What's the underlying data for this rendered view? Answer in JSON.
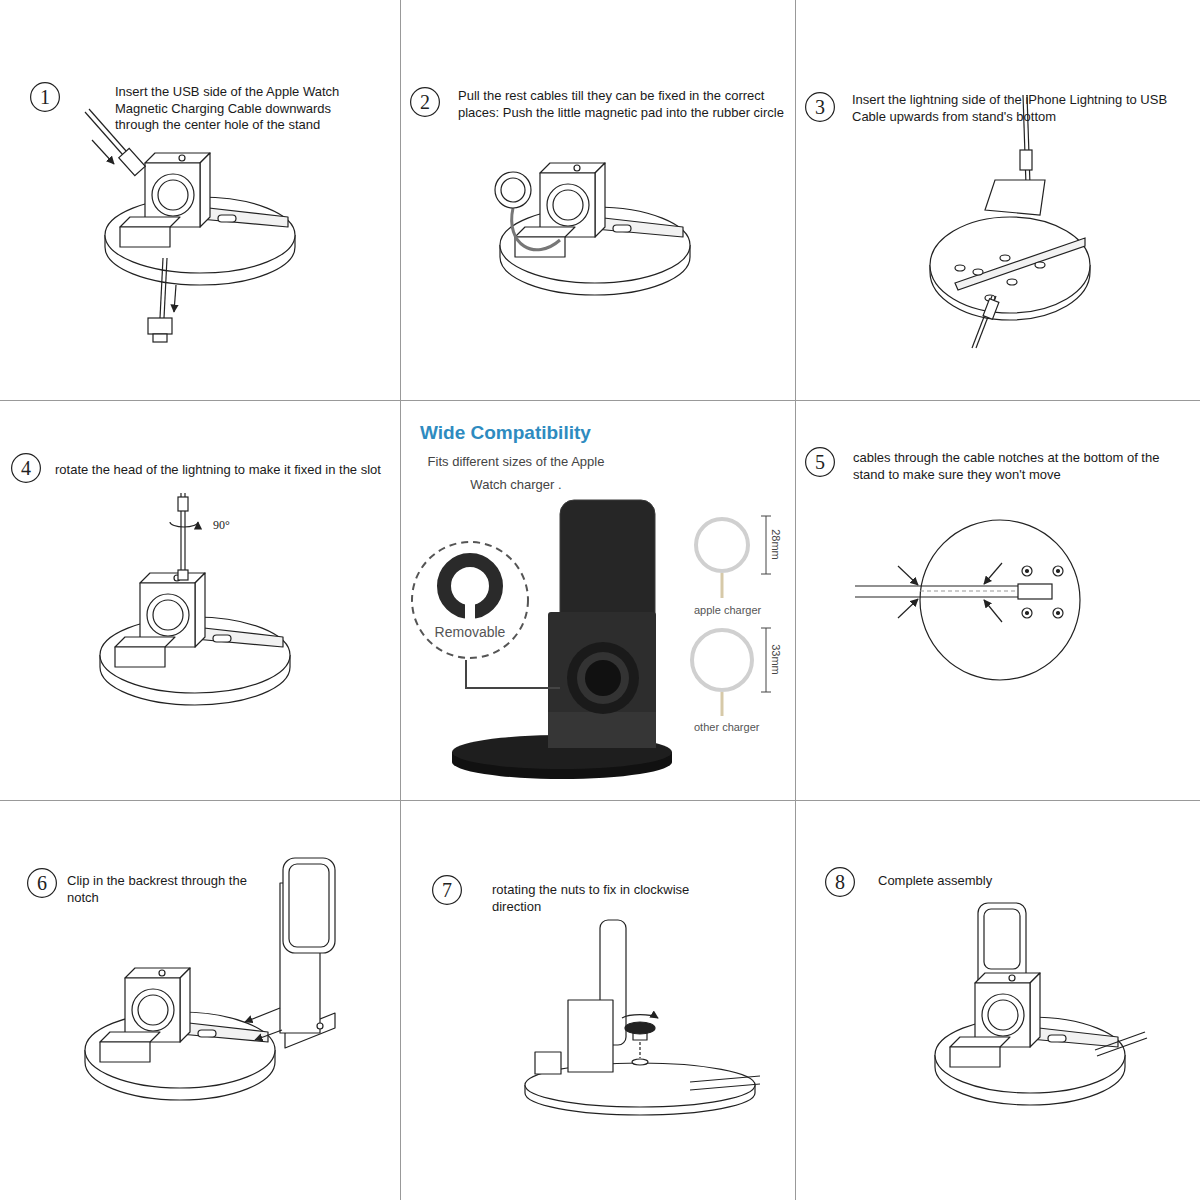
{
  "diagram": {
    "nodes": [
      {
        "text": [
          "Insert the USB side of the Apple Watch Magnetic Charging Cable downwards through the center hole of the stand"
        ]
      },
      {
        "text": [
          "1"
        ],
        "in": 0
      },
      {
        "text": [
          "Pull the rest cables till they can be fixed in the correct places: Push the little magnetic pad into the rubber circle"
        ]
      },
      {
        "text": [
          "2"
        ],
        "in": 2
      },
      {
        "text": [
          "Insert the lightning side of the iPhone Lightning to USB Cable upwards from stand's bottom"
        ]
      },
      {
        "text": [
          "3"
        ],
        "in": 4
      },
      {
        "text": [
          "rotate the head of the lightning to make it fixed in the slot"
        ]
      },
      {
        "text": [
          "4"
        ],
        "in": 6
      },
      {
        "text": [
          "Wide Compatibility",
          "Fits different sizes of the Apple Watch charger ."
        ]
      },
      {
        "text": [
          "Removable"
        ],
        "in": 8
      },
      {
        "text": [
          "cables through the cable notches at the bottom of the stand to make sure they won't move"
        ]
      },
      {
        "text": [
          "5"
        ],
        "in": 10
      },
      {
        "text": [
          "Clip in the backrest through the notch"
        ]
      },
      {
        "text": [
          "6"
        ],
        "in": 12
      },
      {
        "text": [
          "rotating the nuts to fix in clockwise direction"
        ]
      },
      {
        "text": [
          "7"
        ],
        "in": 14
      },
      {
        "text": [
          "Complete assembly"
        ]
      },
      {
        "text": [
          "8"
        ],
        "in": 16
      }
    ],
    "labels": [
      "90°",
      "28mm",
      "apple charger",
      "33mm",
      "other charger"
    ]
  }
}
